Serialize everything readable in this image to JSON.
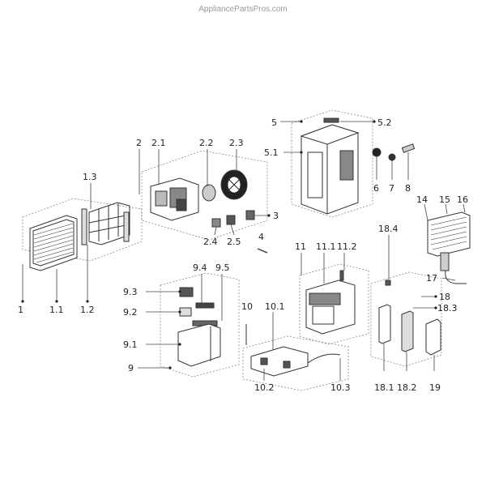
{
  "watermark": "AppliancePartsPros.com",
  "callouts": [
    {
      "id": "1",
      "label": "1"
    },
    {
      "id": "1.1",
      "label": "1.1"
    },
    {
      "id": "1.2",
      "label": "1.2"
    },
    {
      "id": "1.3",
      "label": "1.3"
    },
    {
      "id": "2",
      "label": "2"
    },
    {
      "id": "2.1",
      "label": "2.1"
    },
    {
      "id": "2.2",
      "label": "2.2"
    },
    {
      "id": "2.3",
      "label": "2.3"
    },
    {
      "id": "2.4",
      "label": "2.4"
    },
    {
      "id": "2.5",
      "label": "2.5"
    },
    {
      "id": "3",
      "label": "3"
    },
    {
      "id": "4",
      "label": "4"
    },
    {
      "id": "5",
      "label": "5"
    },
    {
      "id": "5.1",
      "label": "5.1"
    },
    {
      "id": "5.2",
      "label": "5.2"
    },
    {
      "id": "6",
      "label": "6"
    },
    {
      "id": "7",
      "label": "7"
    },
    {
      "id": "8",
      "label": "8"
    },
    {
      "id": "9",
      "label": "9"
    },
    {
      "id": "9.1",
      "label": "9.1"
    },
    {
      "id": "9.2",
      "label": "9.2"
    },
    {
      "id": "9.3",
      "label": "9.3"
    },
    {
      "id": "9.4",
      "label": "9.4"
    },
    {
      "id": "9.5",
      "label": "9.5"
    },
    {
      "id": "10",
      "label": "10"
    },
    {
      "id": "10.1",
      "label": "10.1"
    },
    {
      "id": "10.2",
      "label": "10.2"
    },
    {
      "id": "10.3",
      "label": "10.3"
    },
    {
      "id": "11",
      "label": "11"
    },
    {
      "id": "11.1",
      "label": "11.1"
    },
    {
      "id": "11.2",
      "label": "11.2"
    },
    {
      "id": "14",
      "label": "14"
    },
    {
      "id": "15",
      "label": "15"
    },
    {
      "id": "16",
      "label": "16"
    },
    {
      "id": "17",
      "label": "17"
    },
    {
      "id": "18",
      "label": "18"
    },
    {
      "id": "18.1",
      "label": "18.1"
    },
    {
      "id": "18.2",
      "label": "18.2"
    },
    {
      "id": "18.3",
      "label": "18.3"
    },
    {
      "id": "18.4",
      "label": "18.4"
    },
    {
      "id": "19",
      "label": "19"
    }
  ]
}
